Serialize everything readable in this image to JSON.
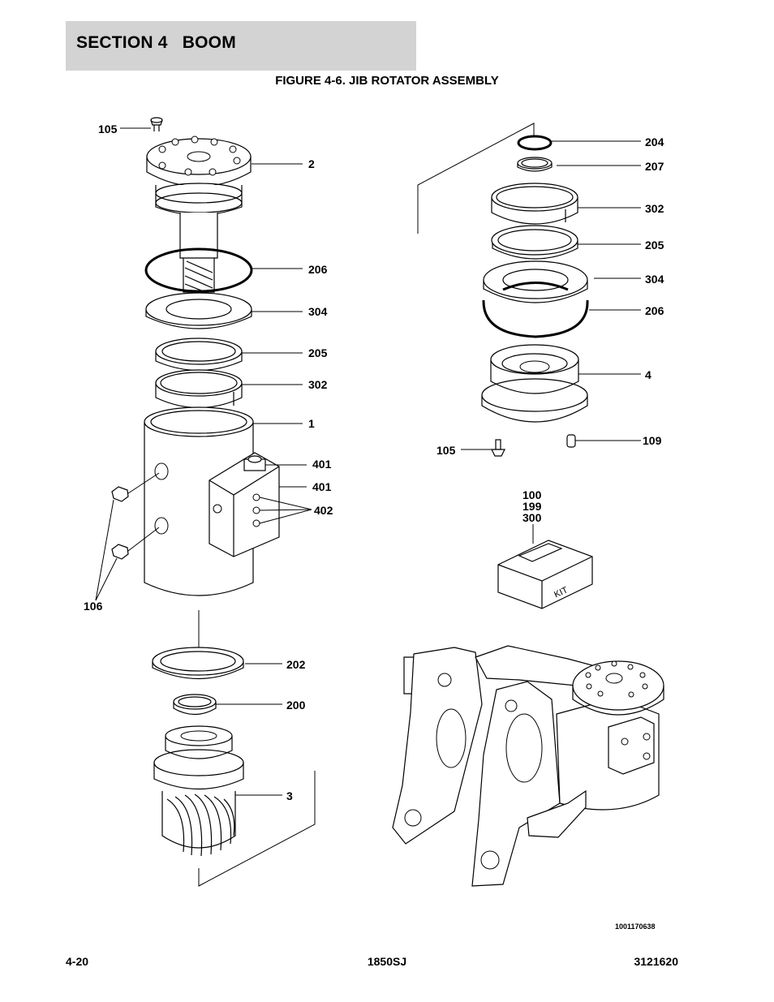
{
  "header": {
    "section_title": "SECTION 4   BOOM",
    "figure_title": "FIGURE 4-6. JIB ROTATOR ASSEMBLY"
  },
  "callouts": {
    "c105_top": "105",
    "c2": "2",
    "c206_left": "206",
    "c304_left": "304",
    "c205_left": "205",
    "c302_left": "302",
    "c1": "1",
    "c401_a": "401",
    "c401_b": "401",
    "c402": "402",
    "c106": "106",
    "c202": "202",
    "c200": "200",
    "c3": "3",
    "c204": "204",
    "c207": "207",
    "c302_right": "302",
    "c205_right": "205",
    "c304_right": "304",
    "c206_right": "206",
    "c4": "4",
    "c109": "109",
    "c105_bottom": "105",
    "kit_100": "100",
    "kit_199": "199",
    "kit_300": "300"
  },
  "kit_box_label": "KIT",
  "drawing_number": "1001170638",
  "footer": {
    "page": "4-20",
    "model": "1850SJ",
    "doc_number": "3121620"
  }
}
